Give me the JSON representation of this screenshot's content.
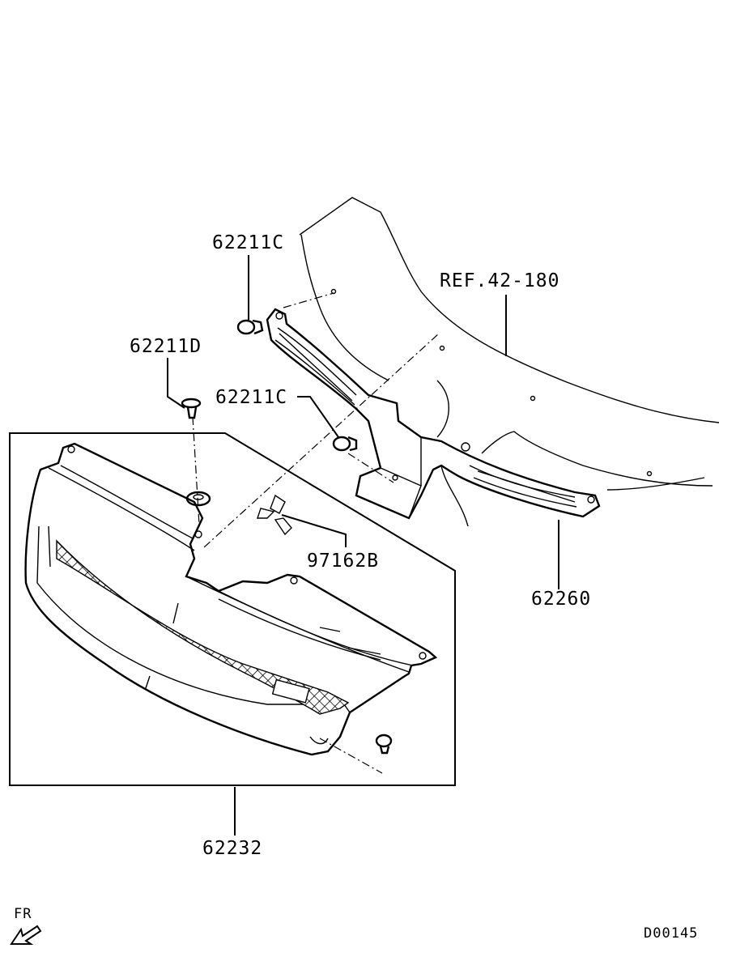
{
  "diagram": {
    "reference_label": "REF.42-180",
    "parts": {
      "clip_top": "62211C",
      "clip_mid": "62211C",
      "clip_d": "62211D",
      "emblem": "97162B",
      "grille_bracket": "62260",
      "grille_assembly": "62232"
    },
    "direction_label": "FR",
    "drawing_code": "D00145"
  }
}
